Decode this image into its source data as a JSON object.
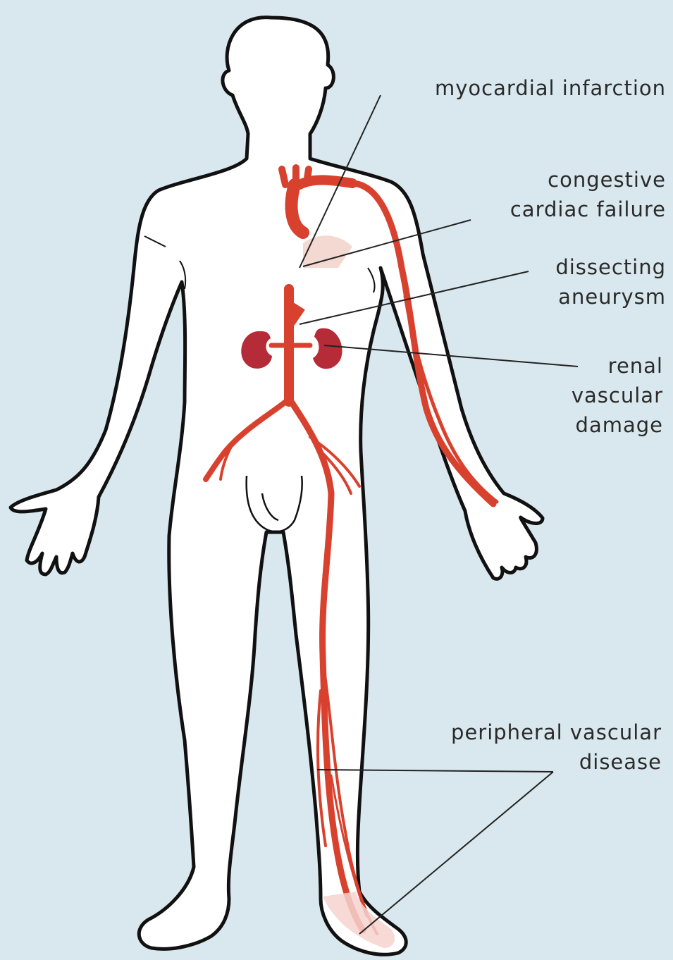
{
  "labels": {
    "myocardial_infarction": [
      "myocardial infarction"
    ],
    "congestive_cardiac_failure": [
      "congestive",
      "cardiac failure"
    ],
    "dissecting_aneurysm": [
      "dissecting",
      "aneurysm"
    ],
    "renal_vascular_damage": [
      "renal",
      "vascular",
      "damage"
    ],
    "peripheral_vascular_disease": [
      "peripheral vascular",
      "disease"
    ]
  },
  "colors": {
    "background": "#d9e8ee",
    "artery": "#d8412e",
    "kidney": "#b52b38",
    "outline": "#111111",
    "body_fill": "#ffffff",
    "leader_line": "#222222"
  }
}
